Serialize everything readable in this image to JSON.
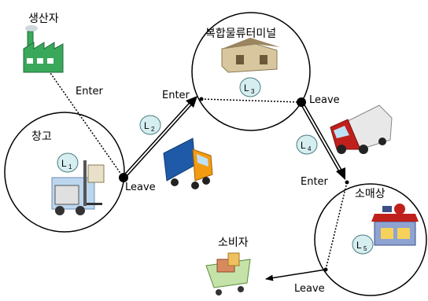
{
  "nodes": {
    "producer": "생산자",
    "warehouse": "창고",
    "terminal": "복합물류터미널",
    "retailer": "소매상",
    "consumer": "소비자"
  },
  "flow_labels": {
    "producer_enter": "Enter",
    "warehouse_leave": "Leave",
    "terminal_enter": "Enter",
    "terminal_leave": "Leave",
    "retailer_enter": "Enter",
    "retailer_leave": "Leave"
  },
  "location_badges": [
    {
      "letter": "L",
      "sub": "1"
    },
    {
      "letter": "L",
      "sub": "2"
    },
    {
      "letter": "L",
      "sub": "3"
    },
    {
      "letter": "L",
      "sub": "4"
    },
    {
      "letter": "L",
      "sub": "5"
    }
  ],
  "colors": {
    "badge_fill": "#d6eef0",
    "badge_stroke": "#4a7c80",
    "line": "#000000",
    "truck_blue": "#1e5aa8",
    "truck_red": "#c0201c",
    "factory_green": "#39a85a"
  }
}
